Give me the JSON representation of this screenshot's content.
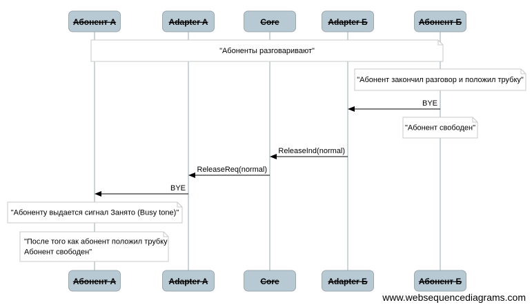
{
  "participants": [
    {
      "label": "Абонент А"
    },
    {
      "label": "Adapter A"
    },
    {
      "label": "Core"
    },
    {
      "label": "Adapter Б"
    },
    {
      "label": "Абонент Б"
    }
  ],
  "colors": {
    "actor_fill": "#b7c9d3",
    "actor_stroke": "#9aa8b0",
    "lifeline": "#9aa8b0",
    "note_stroke": "#c8c8c8",
    "arrow": "#000000",
    "text": "#000000"
  },
  "notes": [
    {
      "id": "note-talking",
      "lines": [
        "\"Абоненты разговаривают\""
      ]
    },
    {
      "id": "note-hangup",
      "lines": [
        "\"Абонент закончил разговор и положил трубку\""
      ]
    },
    {
      "id": "note-b-free",
      "lines": [
        "\"Абонент свободен\""
      ]
    },
    {
      "id": "note-busy-tone",
      "lines": [
        "\"Абоненту выдается сигнал Занято (Busy tone)\""
      ]
    },
    {
      "id": "note-a-free",
      "lines": [
        "\"После того как абонент положил трубку",
        "Абонент свободен\""
      ]
    }
  ],
  "messages": [
    {
      "from": "Абонент Б",
      "to": "Adapter Б",
      "label": "BYE"
    },
    {
      "from": "Adapter Б",
      "to": "Core",
      "label": "ReleaseInd(normal)"
    },
    {
      "from": "Core",
      "to": "Adapter A",
      "label": "ReleaseReq(normal)"
    },
    {
      "from": "Adapter A",
      "to": "Абонент А",
      "label": "BYE"
    }
  ],
  "watermark": "www.websequencediagrams.com"
}
